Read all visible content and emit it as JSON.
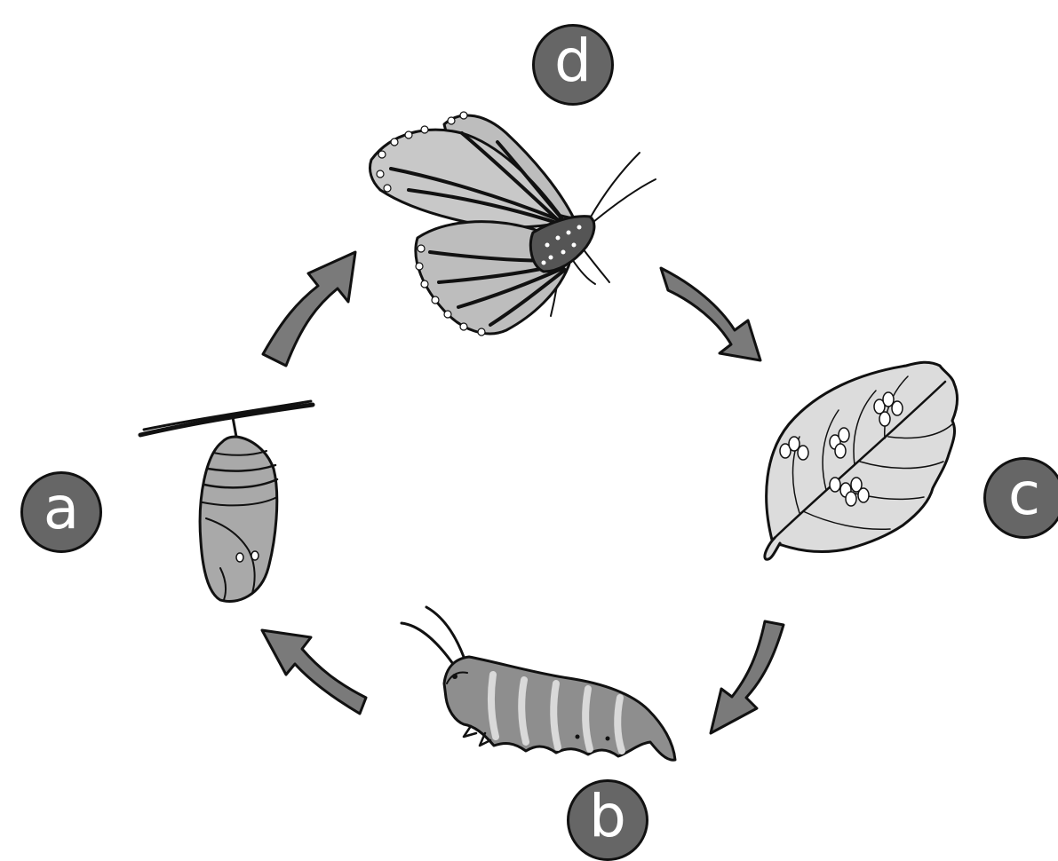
{
  "labels": {
    "a": "a",
    "b": "b",
    "c": "c",
    "d": "d"
  },
  "colors": {
    "label_fill": "#666666",
    "arrow_fill": "#7a7a7a",
    "outline": "#111111",
    "stage_fill_dark": "#8e8e8e",
    "stage_fill_light": "#d9d9d9"
  },
  "stages": [
    "pupa-icon",
    "larva-icon",
    "eggs-on-leaf-icon",
    "butterfly-icon"
  ]
}
